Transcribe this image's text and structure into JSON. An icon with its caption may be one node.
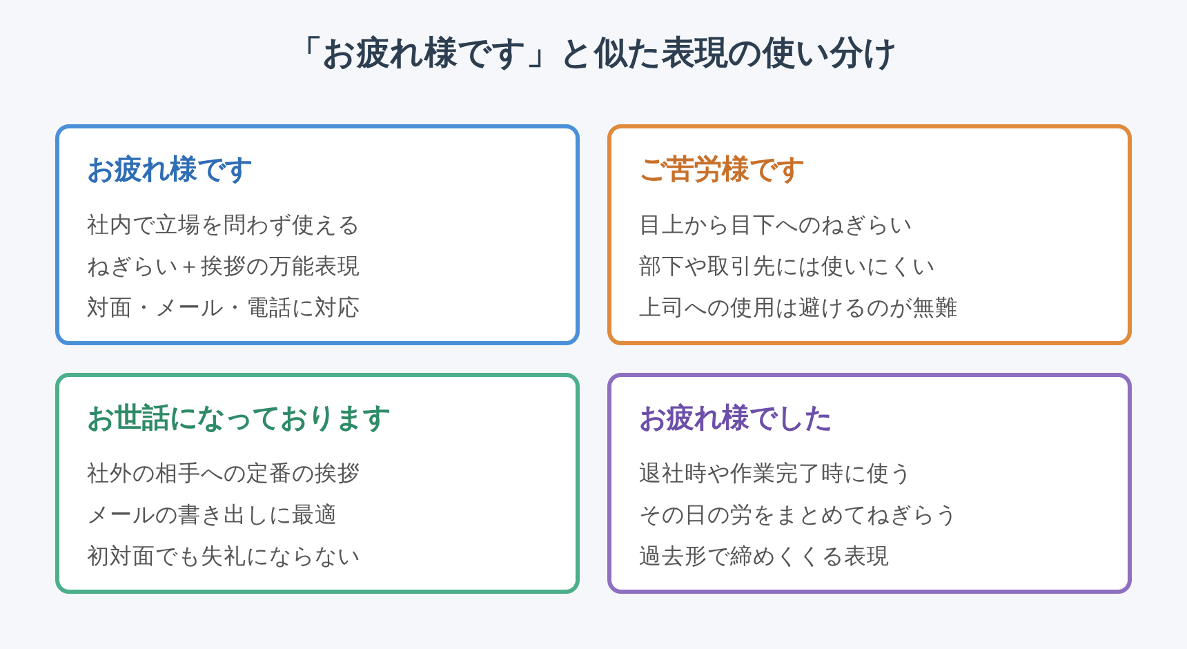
{
  "diagram": {
    "title": "「お疲れ様です」と似た表現の使い分け",
    "nodes": [
      {
        "text": [
          "お疲れ様です",
          "社内で立場を問わず使える",
          "ねぎらい＋挨拶の万能表現",
          "対面・メール・電話に対応"
        ]
      },
      {
        "text": [
          "ご苦労様です",
          "目上から目下へのねぎらい",
          "部下や取引先には使いにくい",
          "上司への使用は避けるのが無難"
        ]
      },
      {
        "text": [
          "お世話になっております",
          "社外の相手への定番の挨拶",
          "メールの書き出しに最適",
          "初対面でも失礼にならない"
        ]
      },
      {
        "text": [
          "お疲れ様でした",
          "退社時や作業完了時に使う",
          "その日の労をまとめてねぎらう",
          "過去形で締めくくる表現"
        ]
      }
    ]
  }
}
